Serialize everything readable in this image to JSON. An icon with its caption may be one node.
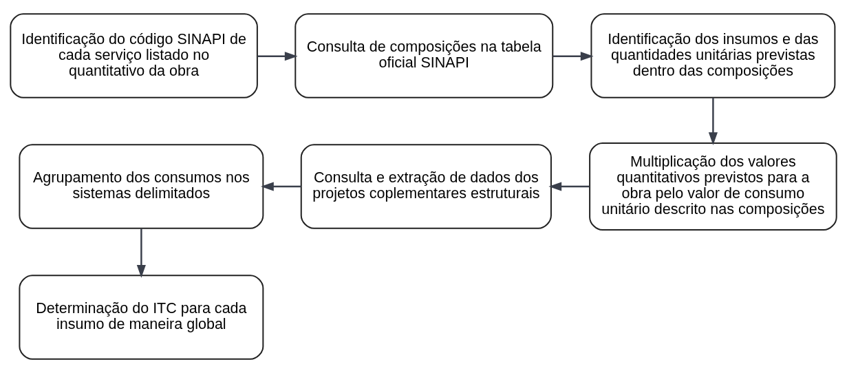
{
  "diagram": {
    "nodes": [
      {
        "text": [
          "Identificação do código SINAPI de cada serviço listado no quantitativo da obra"
        ]
      },
      {
        "text": [
          "Consulta de composições na tabela oficial SINAPI"
        ]
      },
      {
        "text": [
          "Identificação dos insumos e das quantidades unitárias previstas dentro das composições"
        ]
      },
      {
        "text": [
          "Multiplicação dos valores quantitativos previstos para a obra pelo valor de consumo unitário descrito nas composições"
        ]
      },
      {
        "text": [
          "Consulta e extração de dados dos projetos coplementares estruturais"
        ]
      },
      {
        "text": [
          "Agrupamento dos consumos nos sistemas delimitados"
        ]
      },
      {
        "text": [
          "Determinação do ITC para cada insumo de maneira global"
        ]
      }
    ],
    "edges": [
      {
        "from": 0,
        "to": 1,
        "arrow": "to"
      },
      {
        "from": 1,
        "to": 2,
        "arrow": "to"
      },
      {
        "from": 2,
        "to": 3,
        "arrow": "to"
      },
      {
        "from": 3,
        "to": 4,
        "arrow": "to"
      },
      {
        "from": 4,
        "to": 5,
        "arrow": "to"
      },
      {
        "from": 5,
        "to": 6,
        "arrow": "to"
      }
    ]
  }
}
